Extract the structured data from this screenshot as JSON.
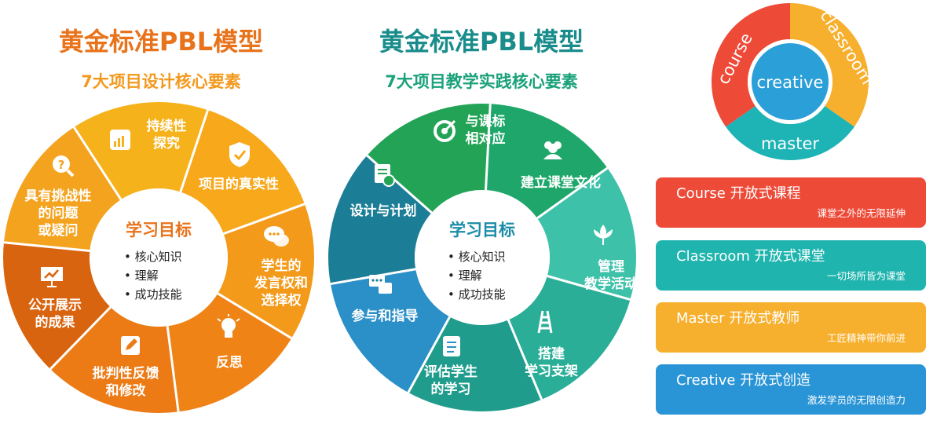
{
  "left_model": {
    "title": "黄金标准PBL模型",
    "subtitle": "7大项目设计核心要素",
    "center": {
      "title": "学习目标",
      "items": [
        "• 核心知识",
        "• 理解",
        "• 成功技能"
      ]
    },
    "segments": [
      {
        "lines": [
          "持续性",
          "探究"
        ],
        "color": "#F6B21A",
        "icon": "chart-icon"
      },
      {
        "lines": [
          "项目的真实性"
        ],
        "color": "#F7A81B",
        "icon": "check-shield-icon"
      },
      {
        "lines": [
          "学生的",
          "发言权和",
          "选择权"
        ],
        "color": "#F39A1A",
        "icon": "speech-bubble-icon"
      },
      {
        "lines": [
          "反思"
        ],
        "color": "#EF8316",
        "icon": "lightbulb-icon"
      },
      {
        "lines": [
          "批判性反馈",
          "和修改"
        ],
        "color": "#EC7A15",
        "icon": "pencil-icon"
      },
      {
        "lines": [
          "公开展示",
          "的成果"
        ],
        "color": "#D9640F",
        "icon": "presentation-icon"
      },
      {
        "lines": [
          "具有挑战性",
          "的问题",
          "或疑问"
        ],
        "color": "#F4A31F",
        "icon": "question-search-icon"
      }
    ],
    "colors": {
      "title": "#E8731B",
      "subtitle": "#F29A1F",
      "center_title": "#E8731B"
    }
  },
  "right_model": {
    "title": "黄金标准PBL模型",
    "subtitle": "7大项目教学实践核心要素",
    "center": {
      "title": "学习目标",
      "items": [
        "• 核心知识",
        "• 理解",
        "• 成功技能"
      ]
    },
    "segments": [
      {
        "lines": [
          "与课标",
          "相对应"
        ],
        "color": "#1FA76B",
        "icon": "target-icon"
      },
      {
        "lines": [
          "建立课堂文化"
        ],
        "color": "#3DC1A9",
        "icon": "people-icon"
      },
      {
        "lines": [
          "管理",
          "教学活动"
        ],
        "color": "#2AAE98",
        "icon": "lotus-icon"
      },
      {
        "lines": [
          "搭建",
          "学习支架"
        ],
        "color": "#1F9C8C",
        "icon": "ladder-icon"
      },
      {
        "lines": [
          "评估学生",
          "的学习"
        ],
        "color": "#2B8FC8",
        "icon": "clipboard-icon"
      },
      {
        "lines": [
          "参与和指导"
        ],
        "color": "#1C7E96",
        "icon": "chat-icon"
      },
      {
        "lines": [
          "设计与计划"
        ],
        "color": "#22A356",
        "icon": "document-clock-icon"
      }
    ],
    "colors": {
      "title": "#1A8C8C",
      "subtitle": "#1BA27A",
      "center_title": "#1A8CA8"
    }
  },
  "ring": {
    "center": "creative",
    "labels": {
      "course": "course",
      "classroom": "classroom",
      "master": "master"
    },
    "colors": {
      "course": "#EE4A38",
      "classroom": "#F7B02E",
      "master": "#1EB3B5",
      "center": "#2A9FD8"
    }
  },
  "cards": [
    {
      "title": "Course  开放式课程",
      "sub": "课堂之外的无限延伸",
      "color": "#EE4A38"
    },
    {
      "title": "Classroom  开放式课堂",
      "sub": "一切场所皆为课堂",
      "color": "#1FB4AE"
    },
    {
      "title": "Master  开放式教师",
      "sub": "工匠精神带你前进",
      "color": "#F7B02E"
    },
    {
      "title": "Creative  开放式创造",
      "sub": "激发学员的无限创造力",
      "color": "#2A95D6"
    }
  ]
}
